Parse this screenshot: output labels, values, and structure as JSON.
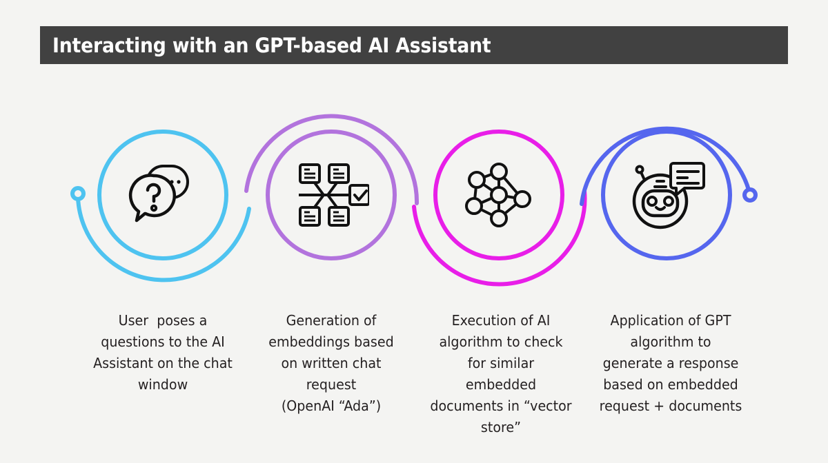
{
  "header": {
    "title": "Interacting with an GPT-based AI Assistant",
    "bar_color": "#414141",
    "text_color": "#ffffff"
  },
  "canvas": {
    "background": "#f4f4f2"
  },
  "steps": [
    {
      "index": "1",
      "color": "#4ec3f0",
      "icon": "question-chat-bubbles-icon",
      "caption_lines": [
        "User  poses a",
        "questions to the AI",
        "Assistant on the chat",
        "window"
      ]
    },
    {
      "index": "2",
      "color": "#b273dd",
      "icon": "document-flow-diagram-icon",
      "caption_lines": [
        "Generation of",
        "embeddings based",
        "on written chat",
        "request",
        "(OpenAI “Ada”)"
      ]
    },
    {
      "index": "3",
      "color": "#e81ee8",
      "icon": "neural-network-icon",
      "caption_lines": [
        "Execution of AI",
        "algorithm to check",
        "for similar",
        "embedded",
        "documents in “vector",
        "store”"
      ]
    },
    {
      "index": "4",
      "color": "#5566ee",
      "icon": "chatbot-robot-icon",
      "caption_lines": [
        "Application of GPT",
        "algorithm to",
        "generate a response",
        "based on embedded",
        "request + documents"
      ]
    }
  ],
  "endpoints": {
    "left_dot_color": "#4ec3f0",
    "right_dot_color": "#5566ee"
  }
}
